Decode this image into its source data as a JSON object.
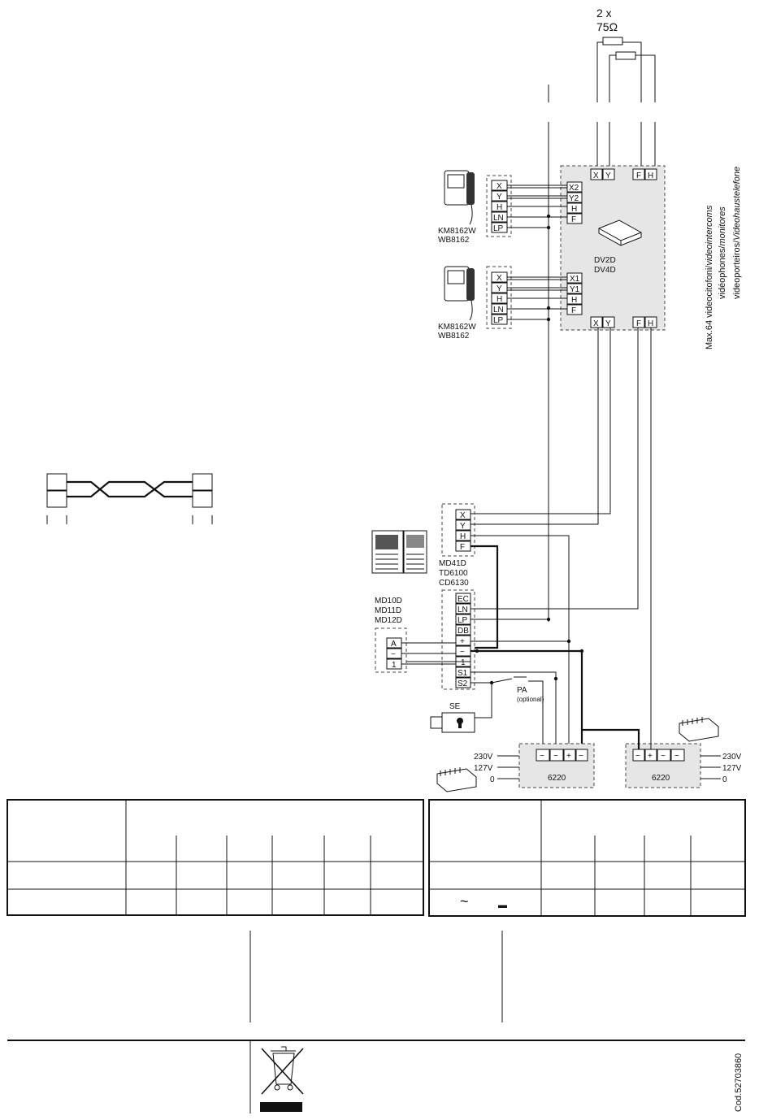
{
  "resistors": {
    "count_label": "2  x",
    "value_label": "75Ω"
  },
  "monitors": [
    {
      "terminals": [
        "X",
        "Y",
        "H",
        "LN",
        "LP"
      ],
      "models": [
        "KM8162W",
        "WB8162"
      ]
    },
    {
      "terminals": [
        "X",
        "Y",
        "H",
        "LN",
        "LP"
      ],
      "models": [
        "KM8162W",
        "WB8162"
      ]
    }
  ],
  "distributor": {
    "models": [
      "DV2D",
      "DV4D"
    ],
    "top_terminals": [
      "X",
      "Y",
      "F",
      "H"
    ],
    "out1_terminals": [
      "X2",
      "Y2",
      "H",
      "F"
    ],
    "out2_terminals": [
      "X1",
      "Y1",
      "H",
      "F"
    ],
    "bottom_terminals": [
      "X",
      "Y",
      "F",
      "H"
    ]
  },
  "side_note": {
    "line1_a": "Max.64  videocitofoni/",
    "line1_b": "videointercoms",
    "line2_a": "vidéophones/",
    "line2_b": "monitores",
    "line3_a": "videoporteiros/",
    "line3_b": "Videohaustelefone"
  },
  "panel": {
    "models": [
      "MD41D",
      "TD6100",
      "CD6130"
    ],
    "terminals_top": [
      "X",
      "Y",
      "H",
      "F"
    ],
    "terminals_main": [
      "EC",
      "LN",
      "LP",
      "DB",
      "+",
      "−",
      "1",
      "S1",
      "S2"
    ]
  },
  "keypad": {
    "models": [
      "MD10D",
      "MD11D",
      "MD12D"
    ],
    "terminals": [
      "A",
      "−",
      "1"
    ]
  },
  "push_button": {
    "label": "PA",
    "note": "(optional)"
  },
  "lock": {
    "label": "SE"
  },
  "psu_left": {
    "model": "6220",
    "terminals": [
      "~",
      "~",
      "+",
      "−"
    ],
    "inputs": [
      "230V",
      "127V",
      "0"
    ]
  },
  "psu_right": {
    "model": "6220",
    "terminals": [
      "−",
      "+",
      "~",
      "~"
    ],
    "inputs": [
      "230V",
      "127V",
      "0"
    ]
  },
  "table_right_symbols": {
    "ac": "~",
    "dc": "▬"
  },
  "footer": {
    "code": "Cod.52703860"
  }
}
